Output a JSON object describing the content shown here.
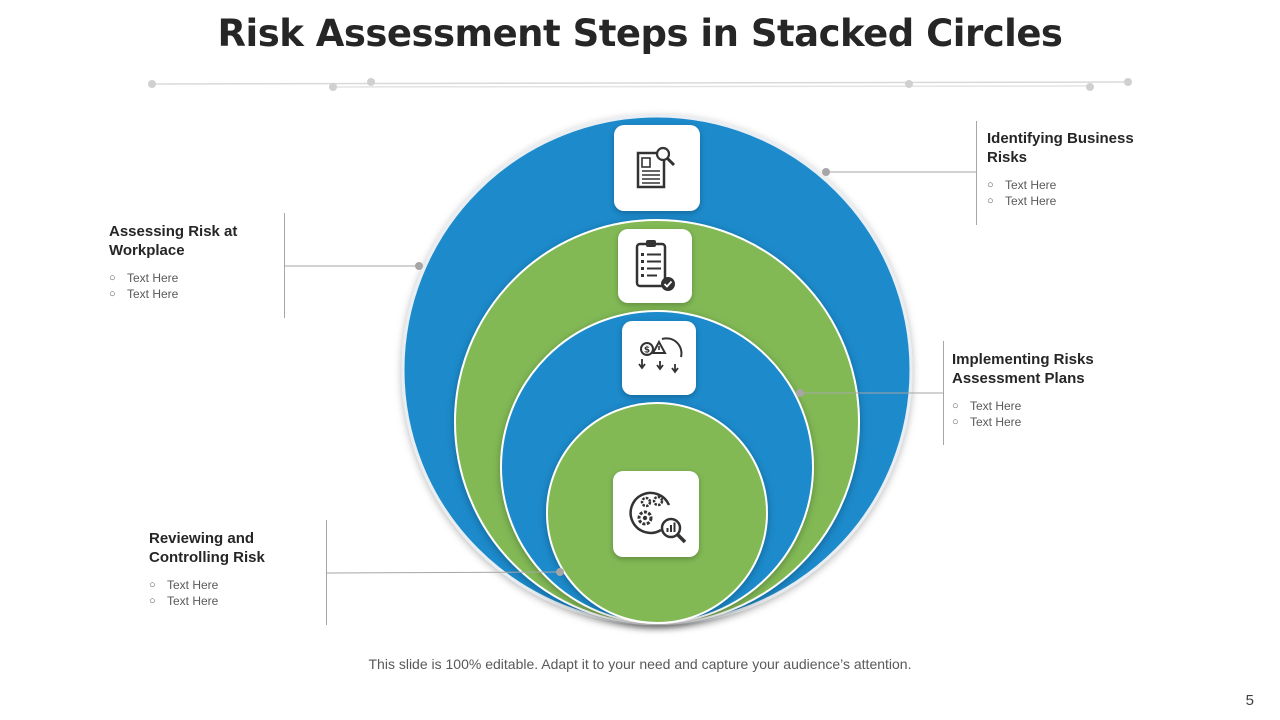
{
  "title": "Risk Assessment Steps in Stacked Circles",
  "colors": {
    "blue": "#1a8acb",
    "green": "#82b955",
    "line": "#a6a6a6"
  },
  "steps": [
    {
      "title_line1": "Identifying Business",
      "title_line2": "Risks",
      "bullets": [
        "Text Here",
        "Text Here"
      ],
      "icon": "document-search-icon"
    },
    {
      "title_line1": "Assessing Risk at",
      "title_line2": "Workplace",
      "bullets": [
        "Text Here",
        "Text Here"
      ],
      "icon": "clipboard-checklist-icon"
    },
    {
      "title_line1": "Implementing Risks",
      "title_line2": "Assessment Plans",
      "bullets": [
        "Text Here",
        "Text Here"
      ],
      "icon": "risk-down-arrows-icon"
    },
    {
      "title_line1": "Reviewing and",
      "title_line2": "Controlling Risk",
      "bullets": [
        "Text Here",
        "Text Here"
      ],
      "icon": "gears-analytics-icon"
    }
  ],
  "footer": "This slide is 100% editable. Adapt it to your need and capture your audience’s attention.",
  "page_number": "5"
}
